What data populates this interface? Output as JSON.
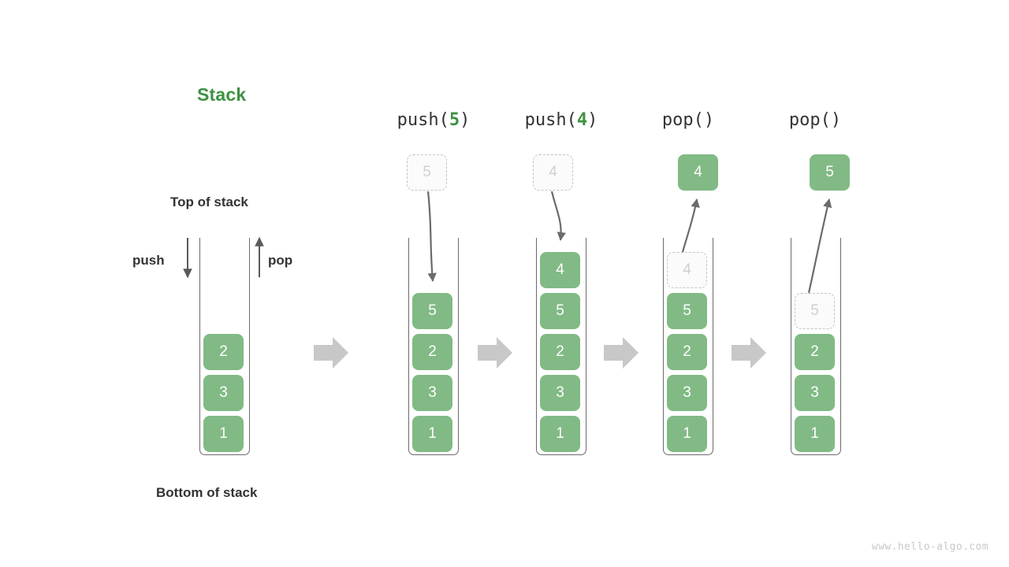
{
  "title": "Stack",
  "labels": {
    "top_of_stack": "Top of stack",
    "bottom_of_stack": "Bottom of stack",
    "push": "push",
    "pop": "pop"
  },
  "watermark": "www.hello-algo.com",
  "colors": {
    "accent_green": "#3e9142",
    "block_green": "#81ba85",
    "ghost_border": "#c4c4c4",
    "ghost_text": "#cfcfcf",
    "wall": "#6b6b6b",
    "flow_arrow": "#c8c8c8",
    "text": "#333333",
    "watermark": "#c9c9c9"
  },
  "initial_stack": {
    "elements": [
      "2",
      "3",
      "1"
    ],
    "top_to_bottom": [
      "2",
      "3",
      "1"
    ]
  },
  "steps": [
    {
      "header_prefix": "push(",
      "header_arg": "5",
      "header_suffix": ")",
      "header_full": "push(5)",
      "floating_value": "5",
      "floating_kind": "ghost",
      "floating_position": "above-container",
      "arrow_direction": "down-into-stack",
      "stack_top_to_bottom": [
        "5",
        "2",
        "3",
        "1"
      ],
      "ghost_in_stack": null
    },
    {
      "header_prefix": "push(",
      "header_arg": "4",
      "header_suffix": ")",
      "header_full": "push(4)",
      "floating_value": "4",
      "floating_kind": "ghost",
      "floating_position": "above-container",
      "arrow_direction": "down-into-stack",
      "stack_top_to_bottom": [
        "4",
        "5",
        "2",
        "3",
        "1"
      ],
      "ghost_in_stack": null
    },
    {
      "header_prefix": "pop(",
      "header_arg": "",
      "header_suffix": ")",
      "header_full": "pop()",
      "floating_value": "4",
      "floating_kind": "solid",
      "floating_position": "above-container",
      "arrow_direction": "up-out-of-stack",
      "stack_top_to_bottom": [
        "5",
        "2",
        "3",
        "1"
      ],
      "ghost_in_stack": "4"
    },
    {
      "header_prefix": "pop(",
      "header_arg": "",
      "header_suffix": ")",
      "header_full": "pop()",
      "floating_value": "5",
      "floating_kind": "solid",
      "floating_position": "above-container",
      "arrow_direction": "up-out-of-stack",
      "stack_top_to_bottom": [
        "2",
        "3",
        "1"
      ],
      "ghost_in_stack": "5"
    }
  ],
  "flow_arrows": 4
}
